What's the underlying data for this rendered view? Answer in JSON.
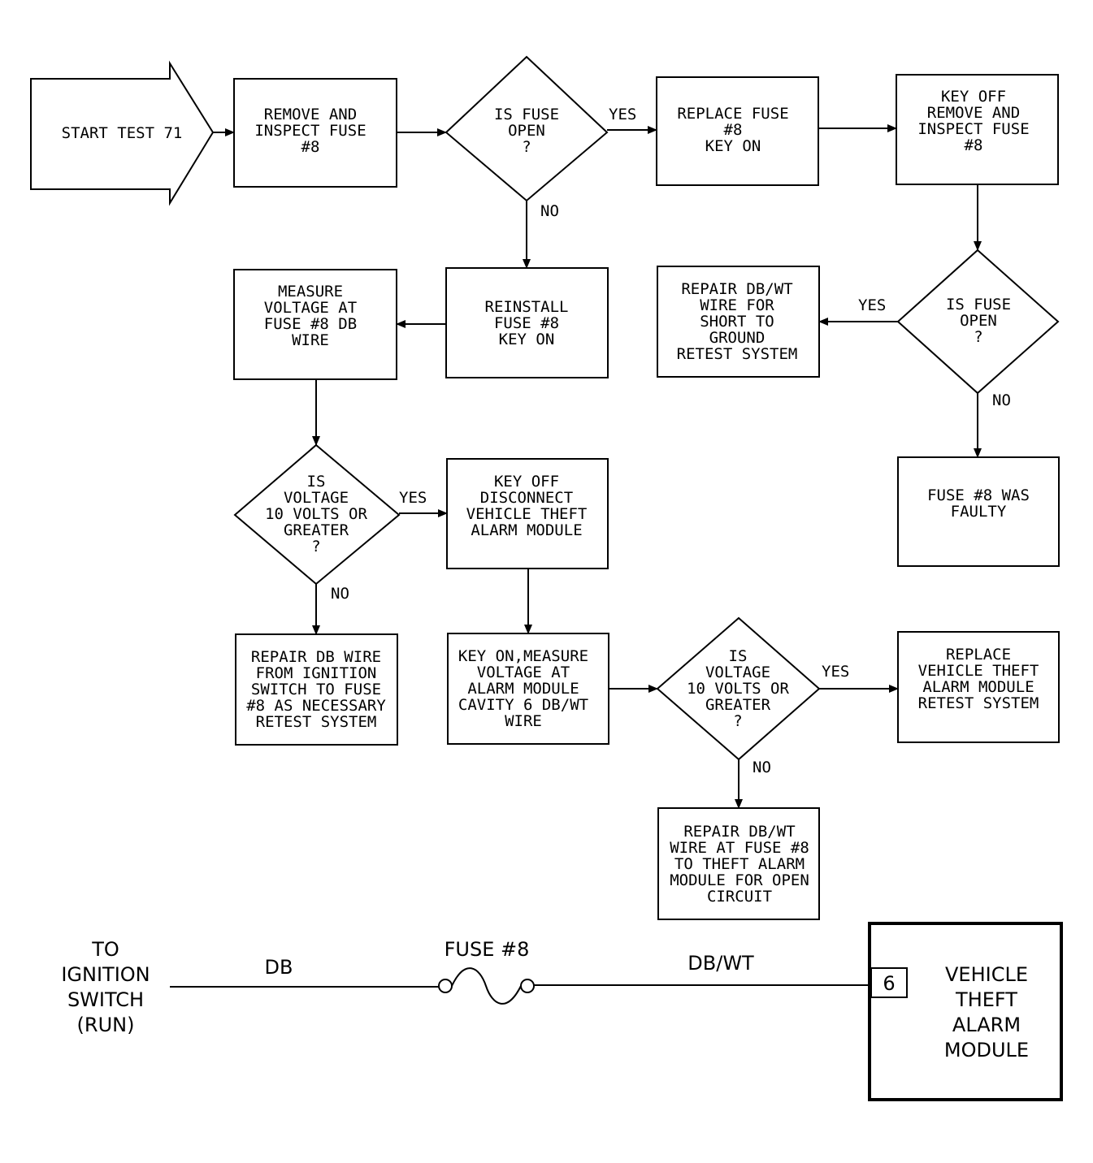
{
  "flowchart": {
    "start": [
      "START TEST 71"
    ],
    "remove_inspect": [
      "REMOVE AND",
      "INSPECT FUSE",
      "#8"
    ],
    "d1": [
      "IS FUSE",
      "OPEN",
      "?"
    ],
    "replace_fuse": [
      "REPLACE FUSE",
      "#8",
      "KEY ON"
    ],
    "keyoff_remove": [
      "KEY OFF",
      "REMOVE AND",
      "INSPECT FUSE",
      "#8"
    ],
    "reinstall": [
      "REINSTALL",
      "FUSE #8",
      "KEY ON"
    ],
    "measure_db": [
      "MEASURE",
      "VOLTAGE AT",
      "FUSE #8 DB",
      "WIRE"
    ],
    "repair_short": [
      "REPAIR DB/WT",
      "WIRE FOR",
      "SHORT TO",
      "GROUND",
      "RETEST SYSTEM"
    ],
    "d2": [
      "IS FUSE",
      "OPEN",
      "?"
    ],
    "fuse_faulty": [
      "FUSE #8 WAS",
      "FAULTY"
    ],
    "d3": [
      "IS",
      "VOLTAGE",
      "10 VOLTS OR",
      "GREATER",
      "?"
    ],
    "keyoff_disconnect": [
      "KEY OFF",
      "DISCONNECT",
      "VEHICLE THEFT",
      "ALARM MODULE"
    ],
    "repair_db": [
      "REPAIR DB WIRE",
      "FROM IGNITION",
      "SWITCH TO FUSE",
      "#8 AS NECESSARY",
      "RETEST SYSTEM"
    ],
    "keyon_measure": [
      "KEY ON,MEASURE",
      "VOLTAGE AT",
      "ALARM MODULE",
      "CAVITY 6 DB/WT",
      "WIRE"
    ],
    "d4": [
      "IS",
      "VOLTAGE",
      "10 VOLTS OR",
      "GREATER",
      "?"
    ],
    "replace_module": [
      "REPLACE",
      "VEHICLE THEFT",
      "ALARM MODULE",
      "RETEST SYSTEM"
    ],
    "repair_open": [
      "REPAIR DB/WT",
      "WIRE AT FUSE #8",
      "TO THEFT ALARM",
      "MODULE FOR OPEN",
      "CIRCUIT"
    ],
    "labels": {
      "yes": "YES",
      "no": "NO"
    }
  },
  "wiring": {
    "source": [
      "TO",
      "IGNITION",
      "SWITCH",
      "(RUN)"
    ],
    "wire1": "DB",
    "fuse": "FUSE #8",
    "wire2": "DB/WT",
    "cavity": "6",
    "module": [
      "VEHICLE",
      "THEFT",
      "ALARM",
      "MODULE"
    ]
  }
}
